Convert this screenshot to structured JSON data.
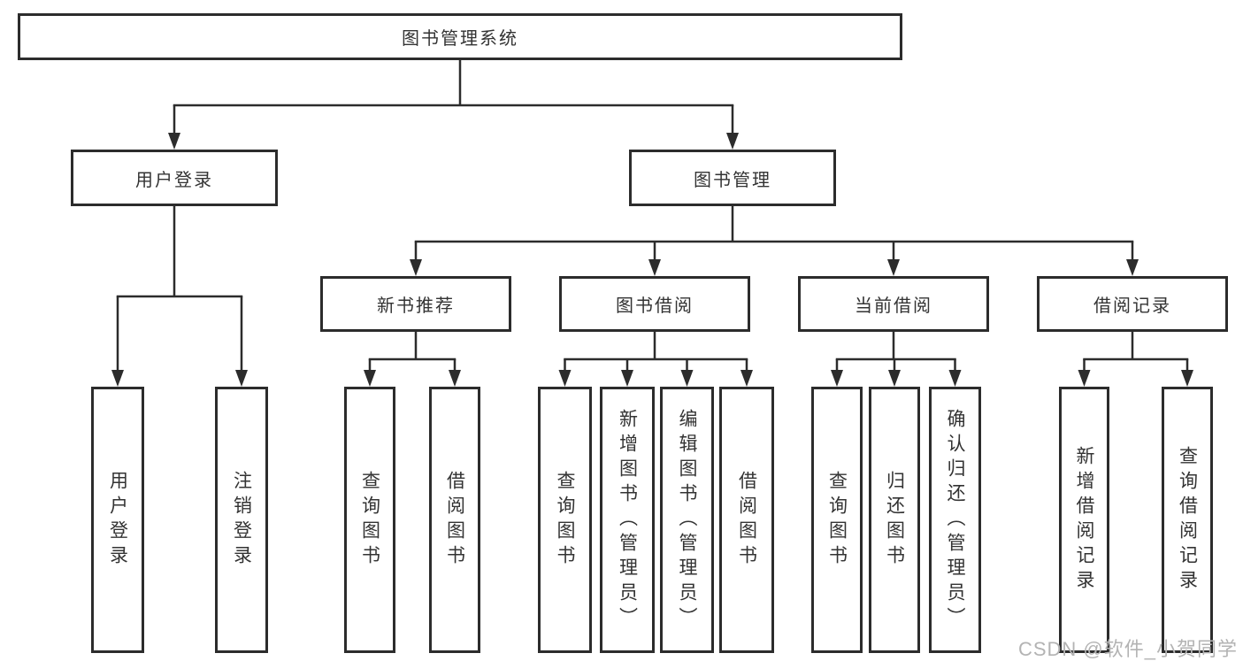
{
  "nodes": {
    "root": {
      "label": "图书管理系统"
    },
    "login": {
      "label": "用户登录"
    },
    "mgmt": {
      "label": "图书管理"
    },
    "newbook": {
      "label": "新书推荐"
    },
    "borrow": {
      "label": "图书借阅"
    },
    "current": {
      "label": "当前借阅"
    },
    "records": {
      "label": "借阅记录"
    },
    "u1": {
      "label": "用户登录"
    },
    "u2": {
      "label": "注销登录"
    },
    "n1": {
      "label": "查询图书"
    },
    "n2": {
      "label": "借阅图书"
    },
    "b1": {
      "label": "查询图书"
    },
    "b2": {
      "label": "新增图书（管理员）"
    },
    "b3": {
      "label": "编辑图书（管理员）"
    },
    "b4": {
      "label": "借阅图书"
    },
    "c1": {
      "label": "查询图书"
    },
    "c2": {
      "label": "归还图书"
    },
    "c3": {
      "label": "确认归还（管理员）"
    },
    "r1": {
      "label": "新增借阅记录"
    },
    "r2": {
      "label": "查询借阅记录"
    }
  },
  "edges": [
    {
      "from": "root",
      "to": [
        "login",
        "mgmt"
      ]
    },
    {
      "from": "login",
      "to": [
        "u1",
        "u2"
      ]
    },
    {
      "from": "mgmt",
      "to": [
        "newbook",
        "borrow",
        "current",
        "records"
      ]
    },
    {
      "from": "newbook",
      "to": [
        "n1",
        "n2"
      ]
    },
    {
      "from": "borrow",
      "to": [
        "b1",
        "b2",
        "b3",
        "b4"
      ]
    },
    {
      "from": "current",
      "to": [
        "c1",
        "c2",
        "c3"
      ]
    },
    {
      "from": "records",
      "to": [
        "r1",
        "r2"
      ]
    }
  ],
  "watermark": "CSDN @软件_小贺同学",
  "colors": {
    "line": "#2c2c2c",
    "border": "#2c2c2c",
    "text": "#333333",
    "watermark": "#b3b3b3",
    "background": "#ffffff"
  }
}
